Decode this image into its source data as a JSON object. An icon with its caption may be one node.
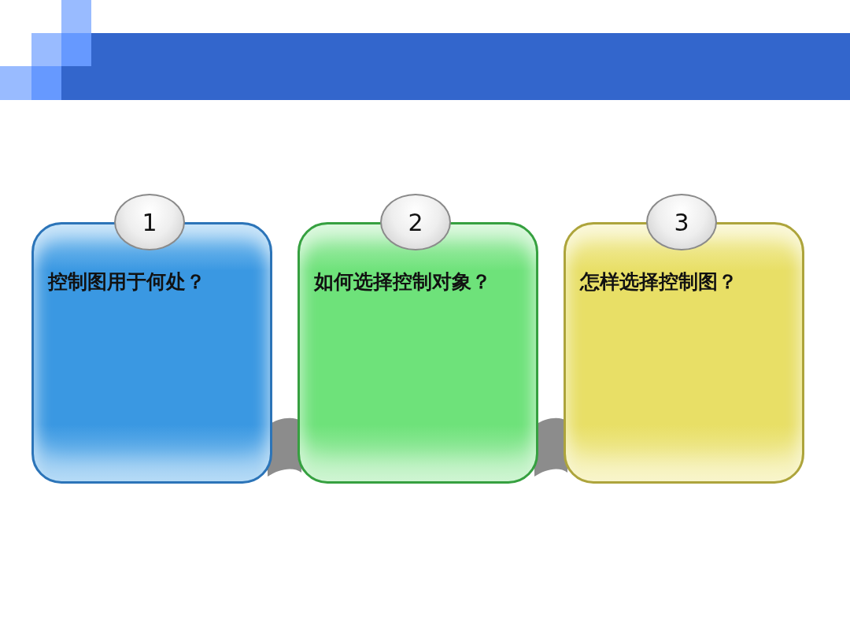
{
  "diagram": {
    "nodes": [
      {
        "text": [
          "1"
        ]
      },
      {
        "text": [
          "控制图用于何处？"
        ]
      },
      {
        "text": [
          "2"
        ]
      },
      {
        "text": [
          "如何选择控制对象？"
        ]
      },
      {
        "text": [
          "3"
        ]
      },
      {
        "text": [
          "怎样选择控制图？"
        ]
      }
    ]
  }
}
